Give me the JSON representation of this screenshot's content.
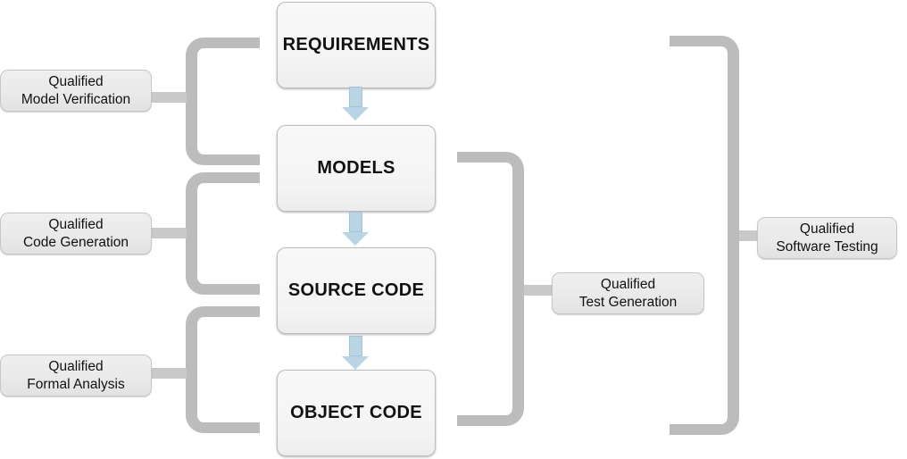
{
  "diagram": {
    "name": "qualified-verification-workflow",
    "flow": {
      "boxes": [
        {
          "label": "REQUIREMENTS"
        },
        {
          "label": "MODELS"
        },
        {
          "label": "SOURCE CODE"
        },
        {
          "label": "OBJECT CODE"
        }
      ]
    },
    "tool_labels": {
      "left": [
        {
          "line1": "Qualified",
          "line2": "Model Verification"
        },
        {
          "line1": "Qualified",
          "line2": "Code Generation"
        },
        {
          "line1": "Qualified",
          "line2": "Formal Analysis"
        }
      ],
      "right": [
        {
          "line1": "Qualified",
          "line2": "Test Generation"
        },
        {
          "line1": "Qualified",
          "line2": "Software Testing"
        }
      ]
    },
    "colors": {
      "bracket": "#bcbcbc",
      "stub": "#c9c9c9",
      "arrow_fill": "#b9d4e3",
      "arrow_edge": "#a2c4d6",
      "flow_box_fill": "#f4f4f4",
      "flow_box_border": "#bdbdbd",
      "label_fill": "#e9e9e9",
      "label_border": "#c6c6c6"
    }
  }
}
